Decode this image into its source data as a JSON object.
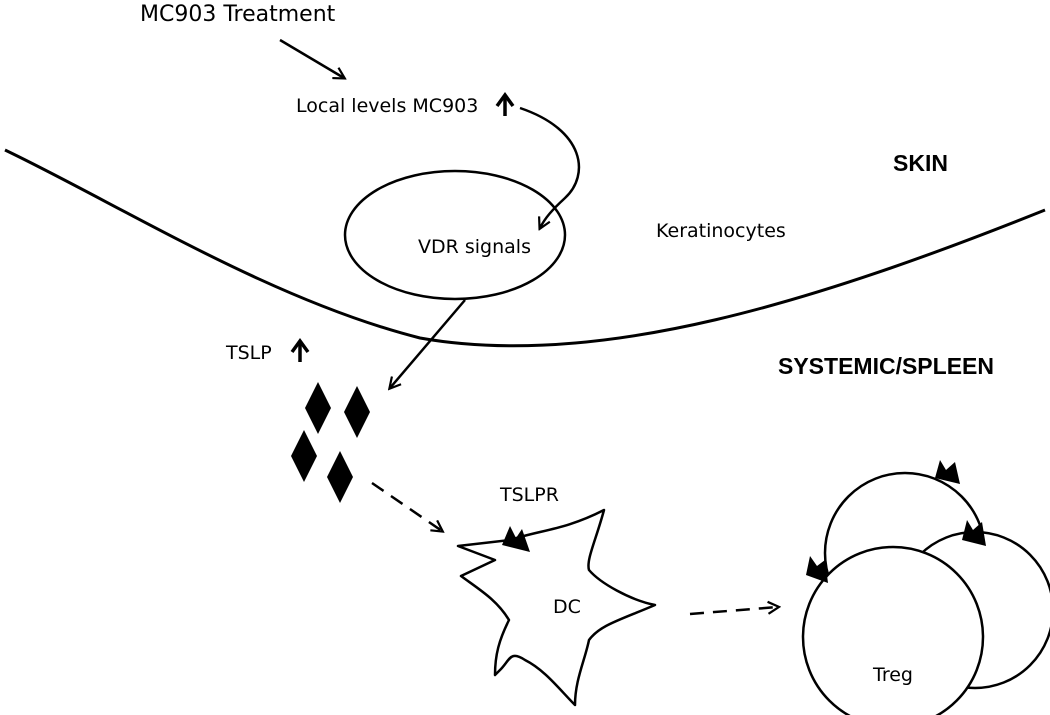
{
  "labels": {
    "treatment": "MC903 Treatment",
    "local_levels": "Local levels MC903",
    "vdr_signals": "VDR signals",
    "keratinocytes": "Keratinocytes",
    "skin": "SKIN",
    "systemic": "SYSTEMIC/SPLEEN",
    "tslp": "TSLP",
    "tslpr": "TSLPR",
    "dc": "DC",
    "treg": "Treg"
  },
  "icons": {
    "increase": "up-arrow-icon",
    "tslp_molecule": "diamond-icon",
    "receptor": "receptor-notch-icon"
  },
  "colors": {
    "stroke": "#000000",
    "fill": "#ffffff"
  }
}
